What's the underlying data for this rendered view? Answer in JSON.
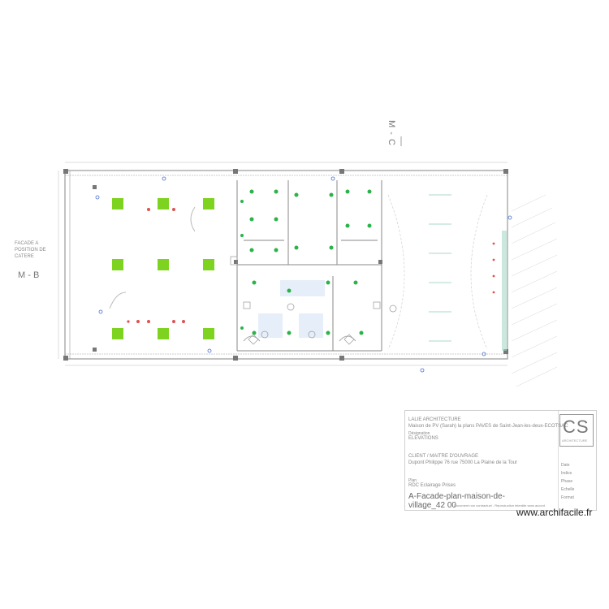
{
  "labels": {
    "section_top": "M - C",
    "facade_label": [
      "FACADE A",
      "POSITION DE",
      "CATERE"
    ],
    "section_left": "M - B"
  },
  "title_block": {
    "line1": "LALIE ARCHITECTURE",
    "line2": "Maison de PV (Sarah) la plans PAVES de Saint-Jean-les-deux-ECOTSAC",
    "line3": "Désignation",
    "line4": "ELEVATIONS",
    "line5": "CLIENT / MAITRE D'OUVRAGE",
    "line6": "Dupont Philippe 76 rue 75000 La Plaine de la Tour",
    "line7": "Plan",
    "line8": "RDC Eclairage Prises",
    "project_line1": "A-Facade-plan-maison-de-",
    "project_line2": "village_42 00",
    "fine_print": "Document non contractuel - Reproduction interdite sans accord",
    "side_labels": [
      "Date",
      "Indice",
      "Phase",
      "Echelle",
      "Format"
    ],
    "logo_text": "CS",
    "logo_sub": "ARCHITECTURE"
  },
  "watermark": "www.archifacile.fr",
  "colors": {
    "green_block": "#7ed321",
    "green_dot": "#2bb34a",
    "red_mark": "#e05050",
    "blue_mark": "#4a6fd0",
    "wall": "#9a9a9a",
    "pillar": "#777777",
    "light_blue_fill": "#e6eefa",
    "teal_strip": "#a8d8c8"
  }
}
